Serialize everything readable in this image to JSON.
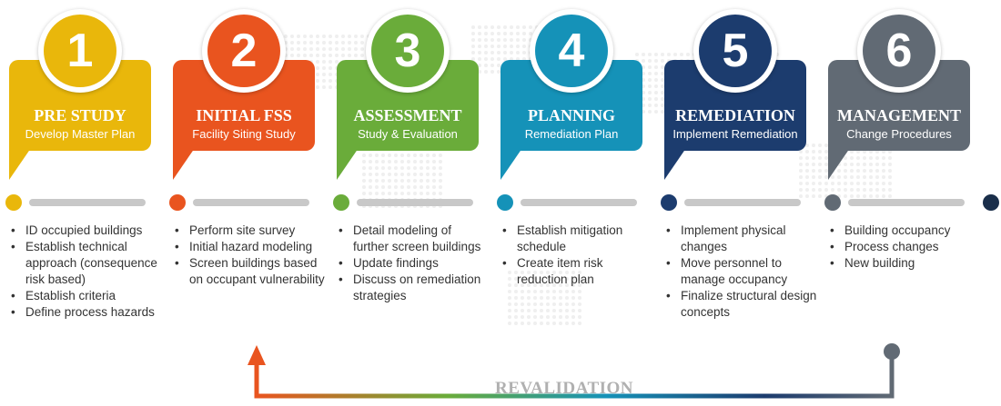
{
  "steps": [
    {
      "number": "1",
      "title": "PRE STUDY",
      "subtitle": "Develop Master Plan",
      "color": "#e9b70b",
      "bullets": [
        "ID occupied buildings",
        "Establish technical approach (consequence risk based)",
        "Establish criteria",
        "Define process hazards"
      ]
    },
    {
      "number": "2",
      "title": "INITIAL FSS",
      "subtitle": "Facility Siting Study",
      "color": "#e9541f",
      "bullets": [
        "Perform site survey",
        "Initial hazard modeling",
        "Screen buildings based on occupant vulnerability"
      ]
    },
    {
      "number": "3",
      "title": "ASSESSMENT",
      "subtitle": "Study & Evaluation",
      "color": "#6aac3a",
      "bullets": [
        "Detail modeling of further screen buildings",
        "Update findings",
        "Discuss on remediation strategies"
      ]
    },
    {
      "number": "4",
      "title": "PLANNING",
      "subtitle": "Remediation Plan",
      "color": "#1592b8",
      "bullets": [
        "Establish mitigation schedule",
        "Create item risk reduction plan"
      ]
    },
    {
      "number": "5",
      "title": "REMEDIATION",
      "subtitle": "Implement Remediation",
      "color": "#1c3c6e",
      "bullets": [
        "Implement physical changes",
        "Move personnel to manage occupancy",
        "Finalize structural design concepts"
      ]
    },
    {
      "number": "6",
      "title": "MANAGEMENT",
      "subtitle": "Change Procedures",
      "color": "#616a74",
      "bullets": [
        "Building occupancy",
        "Process changes",
        "New building"
      ]
    }
  ],
  "revalidation": {
    "label": "REVALIDATION"
  },
  "colors": {
    "bar": "#c8c8c8",
    "end_dot": "#1a2e4a",
    "map": "#efefef"
  }
}
